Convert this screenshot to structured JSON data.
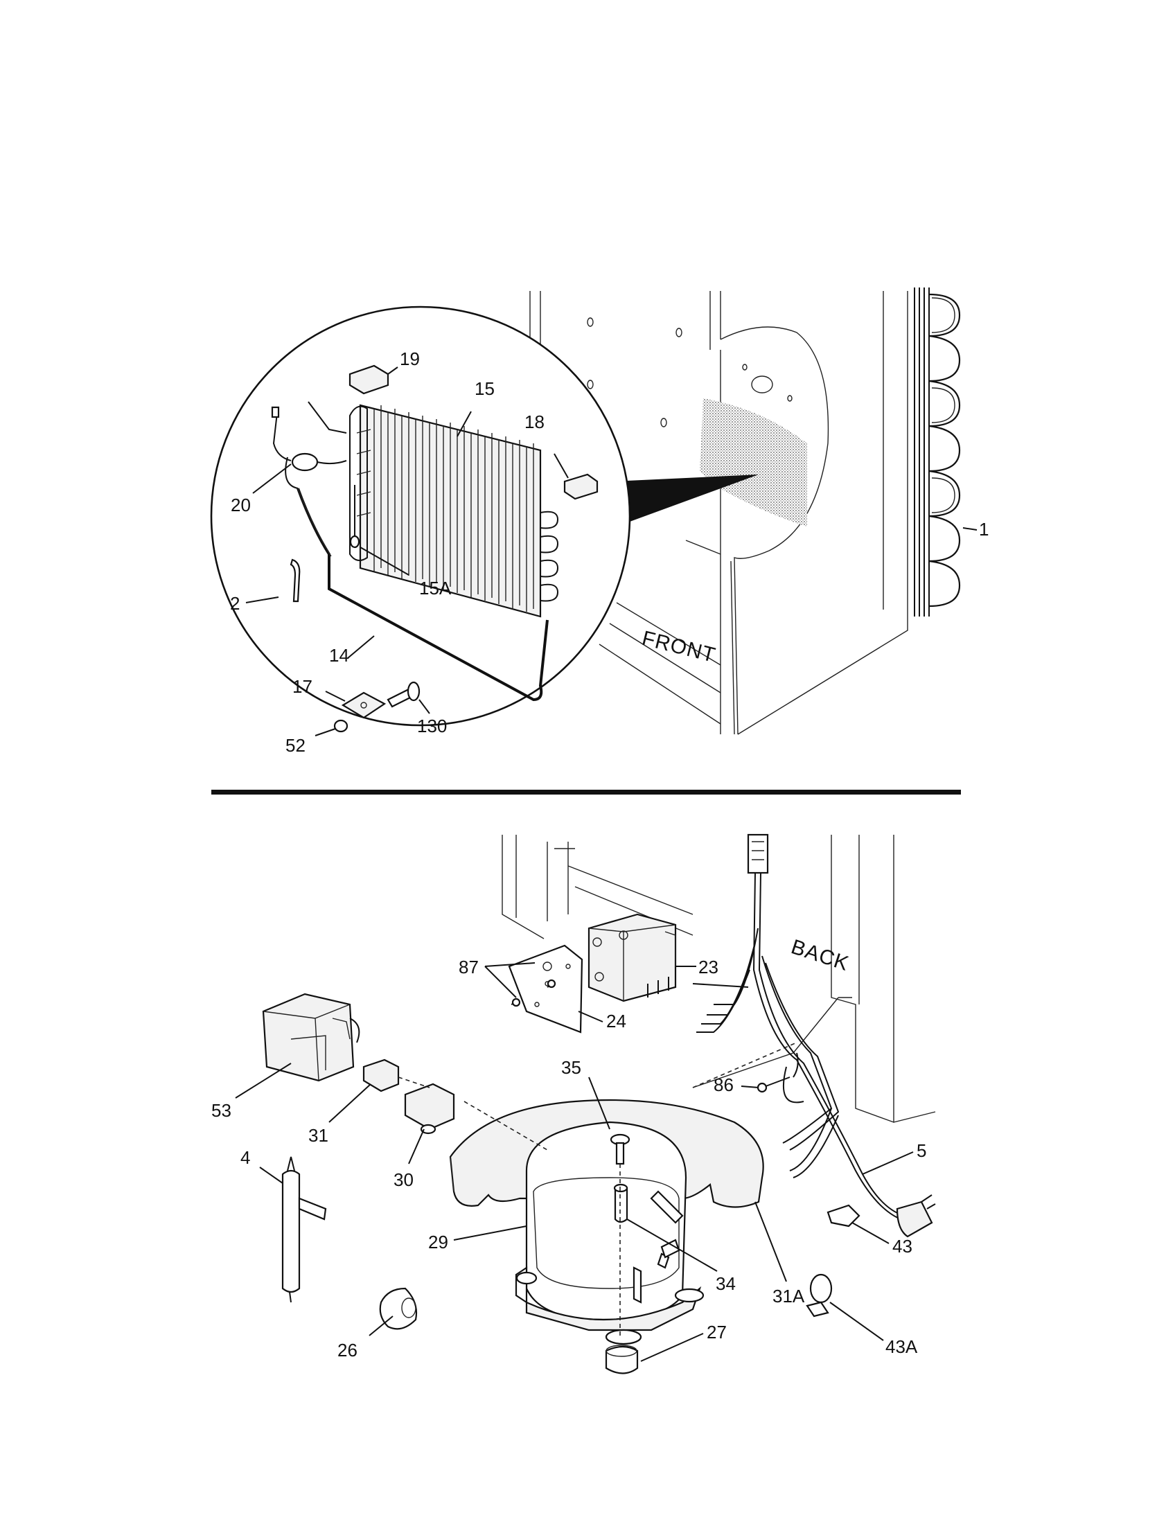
{
  "labels": {
    "l1": "1",
    "l2": "2",
    "l14": "14",
    "l15": "15",
    "l15a": "15A",
    "l17": "17",
    "l18": "18",
    "l19": "19",
    "l20": "20",
    "l52": "52",
    "l130": "130",
    "front": "FRONT",
    "back": "BACK",
    "l4": "4",
    "l5": "5",
    "l23": "23",
    "l24": "24",
    "l26": "26",
    "l27": "27",
    "l29": "29",
    "l30": "30",
    "l31": "31",
    "l31a": "31A",
    "l34": "34",
    "l35": "35",
    "l43": "43",
    "l43a": "43A",
    "l53": "53",
    "l86": "86",
    "l87": "87"
  },
  "colors": {
    "ink": "#111111",
    "paper": "#ffffff",
    "shade": "#bdbdbd"
  }
}
